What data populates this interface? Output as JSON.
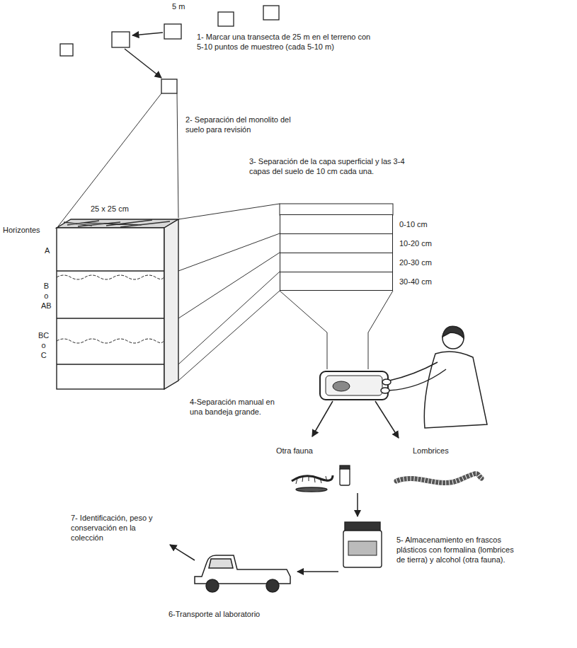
{
  "diagram": {
    "nodes": [
      {
        "text": [
          "0-10 cm"
        ]
      },
      {
        "text": [
          "10-20 cm"
        ]
      },
      {
        "text": [
          "20-30 cm"
        ]
      },
      {
        "text": [
          "30-40 cm"
        ]
      }
    ],
    "labels": [
      "5 m",
      "1- Marcar una transecta de 25 m en el terreno con 5-10 puntos de muestreo (cada 5-10 m)",
      "2- Separación del monolito del suelo para revisión",
      "3- Separación de la capa superficial y las 3-4 capas del suelo de 10 cm cada una.",
      "25 x 25 cm",
      "Horizontes",
      "A",
      "B o AB",
      "BC o C",
      "4-Separación manual en una bandeja grande.",
      "Otra fauna",
      "Lombrices",
      "5- Almacenamiento en frascos plásticos con formalina (lombrices de tierra) y alcohol (otra fauna).",
      "7- Identificación, peso y conservación en la colección",
      "6-Transporte al laboratorio"
    ]
  }
}
